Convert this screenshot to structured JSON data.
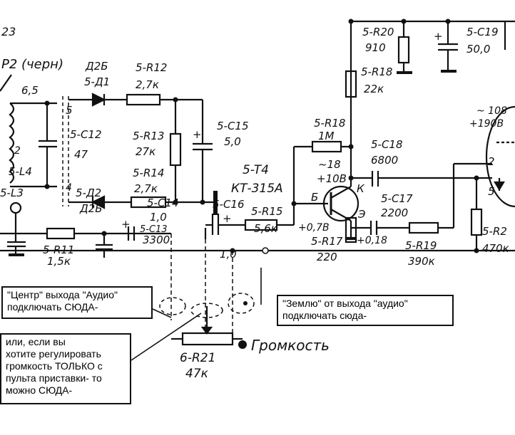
{
  "schematic": {
    "sheet_label": "23",
    "connector_label": "P2 (черн)",
    "components": {
      "c12": {
        "ref": "5-C12",
        "value": "47"
      },
      "l4": {
        "ref": "5-L4"
      },
      "l3": {
        "ref": "5-L3"
      },
      "l_tap1": "6,5",
      "l_tap2": "5",
      "l_tap3": "2",
      "l_tap4": "4",
      "d1": {
        "type": "Д2Б",
        "ref": "5-Д1"
      },
      "d2": {
        "type": "Д2Б",
        "ref": "5-Д2"
      },
      "r12": {
        "ref": "5-R12",
        "value": "2,7к"
      },
      "r13": {
        "ref": "5-R13",
        "value": "27к"
      },
      "r14": {
        "ref": "5-R14",
        "value": "2,7к"
      },
      "c15": {
        "ref": "5-C15",
        "value": "5,0"
      },
      "c14": {
        "ref": "5-C14",
        "value": "1,0"
      },
      "c13": {
        "ref": "5-C13",
        "value": "3300"
      },
      "r11": {
        "ref": "5-R11",
        "value": "1,5к"
      },
      "c16": {
        "ref": "5-C16",
        "value": "1,0"
      },
      "r15": {
        "ref": "5-R15",
        "value": "5,6к"
      },
      "t4": {
        "ref": "5-T4",
        "type": "КТ-315А"
      },
      "r20": {
        "ref": "5-R20",
        "value": "910"
      },
      "c19": {
        "ref": "5-C19",
        "value": "50,0"
      },
      "r18_top": {
        "ref": "5-R18",
        "value": "22к"
      },
      "r18": {
        "ref": "5-R18",
        "value": "1М"
      },
      "c18": {
        "ref": "5-C18",
        "value": "6800"
      },
      "c17": {
        "ref": "5-C17",
        "value": "2200"
      },
      "r17": {
        "ref": "5-R17",
        "value": "220"
      },
      "r19": {
        "ref": "5-R19",
        "value": "390к"
      },
      "r2x": {
        "ref": "5-R2",
        "value": "470к"
      },
      "r21": {
        "ref": "6-R21",
        "value": "47к"
      },
      "volume": "Громкость"
    },
    "pins": {
      "collector": "К",
      "base": "Б",
      "emitter": "Э"
    },
    "voltages": {
      "v_collector_a": "~18",
      "v_collector_b": "+10В",
      "v_base": "+0,7В",
      "v_emitter": "+0,18",
      "v_tube_a": "~ 108",
      "v_tube_b": "+190В",
      "tube_pin": "2",
      "tube_pin2": "5"
    }
  },
  "notes": {
    "center": {
      "line1": "\"Центр\" выхода \"Аудио\"",
      "line2": "подключать СЮДА-"
    },
    "ground": {
      "line1": "\"Землю\" от выхода \"аудио\"",
      "line2": "подключать сюда-"
    },
    "alt": {
      "line1": "или, если вы",
      "line2": "хотите регулировать",
      "line3": "громкость ТОЛЬКО с",
      "line4": "пульта приставки- то",
      "line5": "можно СЮДА-"
    }
  },
  "colors": {
    "ink": "#111111",
    "paper": "#ffffff"
  }
}
